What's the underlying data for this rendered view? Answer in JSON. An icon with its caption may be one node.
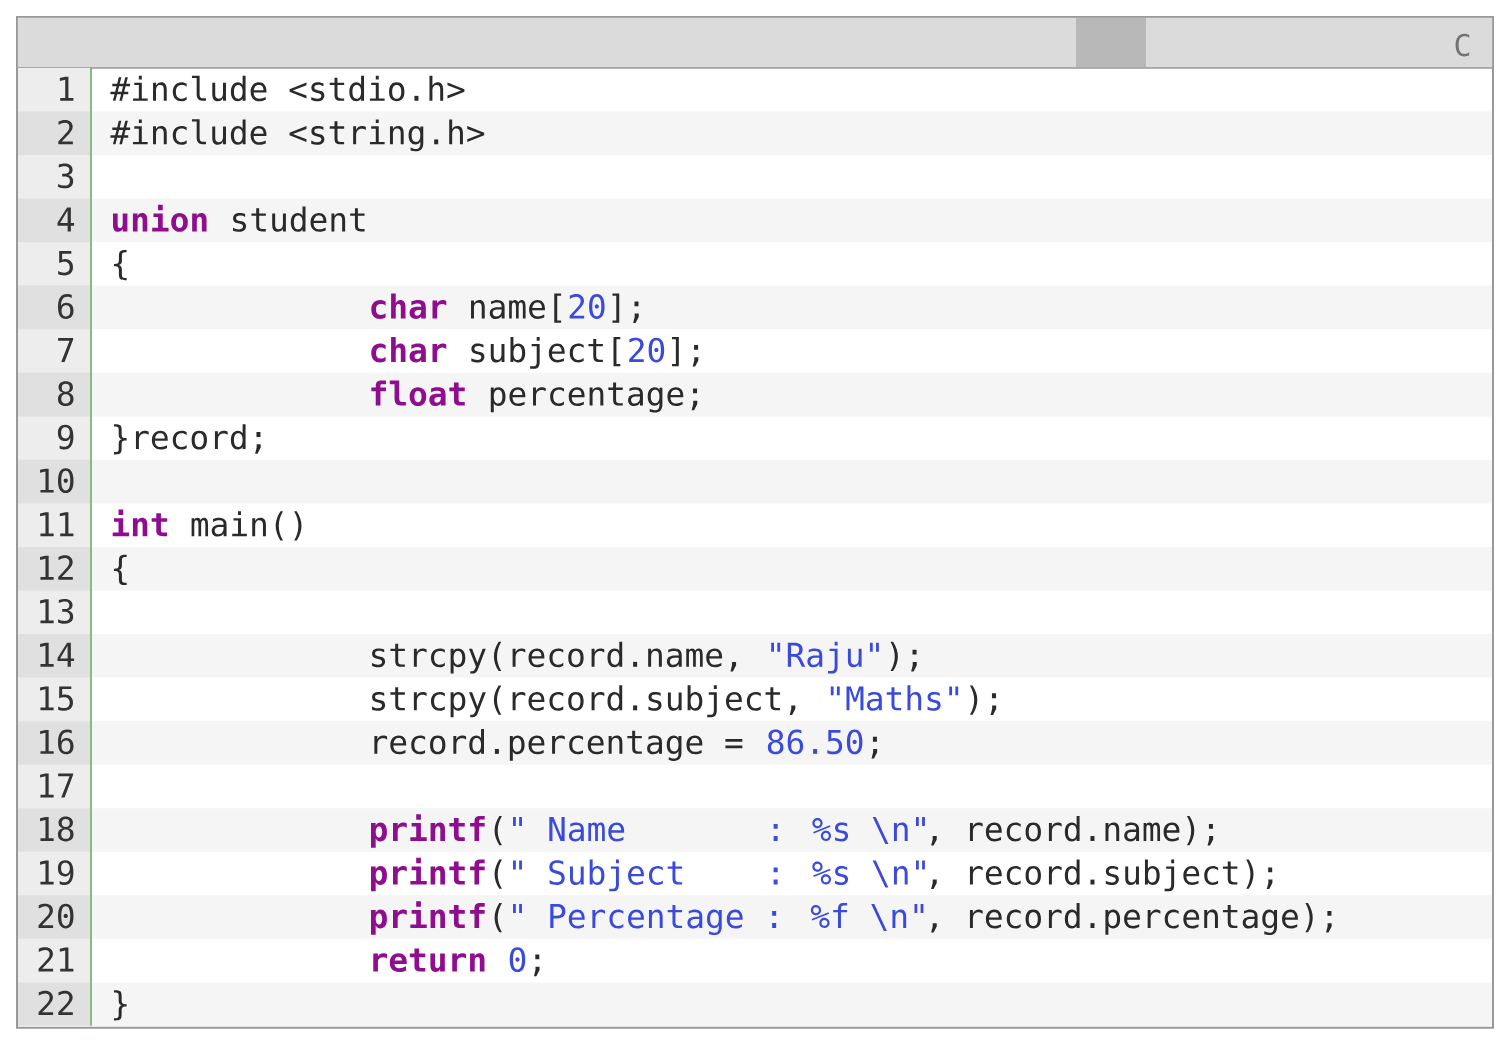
{
  "diagram": {
    "labels": [
      "C",
      "1",
      "#include <stdio.h>",
      "2",
      "#include <string.h>",
      "3",
      "4",
      "union",
      "student",
      "5",
      "{",
      "6",
      "char",
      "name[",
      "20",
      "];",
      "7",
      "char",
      "subject[",
      "20",
      "];",
      "8",
      "float",
      "percentage;",
      "9",
      "}record;",
      "10",
      "11",
      "int",
      "main()",
      "12",
      "{",
      "13",
      "14",
      "strcpy(record.name,",
      "\"Raju\"",
      ");",
      "15",
      "strcpy(record.subject,",
      "\"Maths\"",
      ");",
      "16",
      "record.percentage =",
      "86.50",
      ";",
      "17",
      "18",
      "printf",
      "(",
      "\" Name",
      ": %s \\n\"",
      ", record.name);",
      "19",
      "printf",
      "(",
      "\" Subject",
      ": %s \\n\"",
      ", record.subject);",
      "20",
      "printf",
      "(",
      "\" Percentage : %f \\n\"",
      ", record.percentage);",
      "21",
      "return",
      "0",
      ";",
      "22",
      "}"
    ]
  }
}
